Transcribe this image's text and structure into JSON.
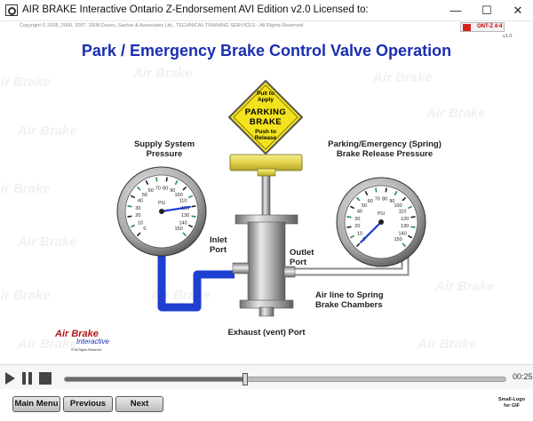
{
  "window": {
    "title": "AIR BRAKE Interactive Ontario Z-Endorsement AVI Edition v2.0   Licensed to:",
    "minimize": "—",
    "maximize": "☐",
    "close": "✕"
  },
  "header": {
    "copyright": "Copyright © 2005, 2006, 2007, 2008  Daves, Sachar & Associates Ltd., TECHNICAL TRAINING SERVICES - All Rights Reserved",
    "badge": "ONT-Z 4-4",
    "version": "v1.0",
    "watermark": "Air Brake",
    "watermark_sub": "Interactive"
  },
  "diagram": {
    "title": "Park / Emergency Brake Control Valve Operation",
    "sign": {
      "pull": "Pull to Apply",
      "line1": "PARKING",
      "line2": "BRAKE",
      "push": "Push to Release"
    },
    "labels": {
      "supply_line1": "Supply System",
      "supply_line2": "Pressure",
      "spring_line1": "Parking/Emergency (Spring)",
      "spring_line2": "Brake Release Pressure",
      "inlet_line1": "Inlet",
      "inlet_line2": "Port",
      "outlet_line1": "Outlet",
      "outlet_line2": "Port",
      "airline_line1": "Air line to Spring",
      "airline_line2": "Brake Chambers",
      "exhaust": "Exhaust (vent) Port"
    },
    "gauges": {
      "unit": "PSI",
      "ticks": [
        "0",
        "10",
        "20",
        "30",
        "40",
        "50",
        "60",
        "70",
        "80",
        "90",
        "100",
        "110",
        "120",
        "130",
        "140",
        "150"
      ],
      "supply_reading": 120,
      "spring_reading": 0
    },
    "logo": {
      "main": "Air Brake",
      "sub": "Interactive",
      "small": "® All Rights Reserved"
    }
  },
  "player": {
    "time": "00:25",
    "progress": 0.41
  },
  "footer": {
    "main_menu": "Main Menu",
    "previous": "Previous",
    "next": "Next",
    "small_logo": "Small-Logo for GIF"
  }
}
